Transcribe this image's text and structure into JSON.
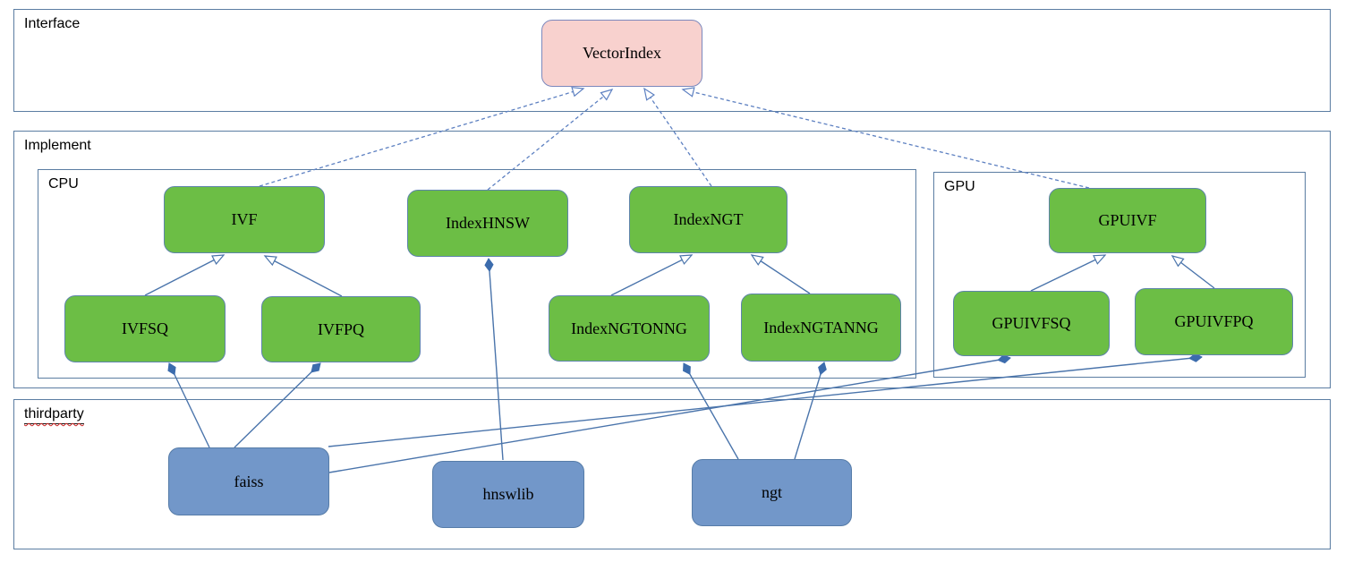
{
  "diagram": {
    "containers": {
      "interface": {
        "label": "Interface"
      },
      "implement": {
        "label": "Implement"
      },
      "cpu": {
        "label": "CPU"
      },
      "gpu": {
        "label": "GPU"
      },
      "thirdparty": {
        "label": "thirdparty",
        "spellcheck_underline": true
      }
    },
    "nodes": {
      "vectorindex": {
        "label": "VectorIndex",
        "kind": "interface"
      },
      "ivf": {
        "label": "IVF",
        "kind": "cpu-class"
      },
      "indexhnsw": {
        "label": "IndexHNSW",
        "kind": "cpu-class"
      },
      "indexngt": {
        "label": "IndexNGT",
        "kind": "cpu-class"
      },
      "gpuivf": {
        "label": "GPUIVF",
        "kind": "gpu-class"
      },
      "ivfsq": {
        "label": "IVFSQ",
        "kind": "cpu-class"
      },
      "ivfpq": {
        "label": "IVFPQ",
        "kind": "cpu-class"
      },
      "indexngtonng": {
        "label": "IndexNGTONNG",
        "kind": "cpu-class"
      },
      "indexngtanng": {
        "label": "IndexNGTANNG",
        "kind": "cpu-class"
      },
      "gpuivfsq": {
        "label": "GPUIVFSQ",
        "kind": "gpu-class"
      },
      "gpuivfpq": {
        "label": "GPUIVFPQ",
        "kind": "gpu-class"
      },
      "faiss": {
        "label": "faiss",
        "kind": "thirdparty-lib"
      },
      "hnswlib": {
        "label": "hnswlib",
        "kind": "thirdparty-lib"
      },
      "ngt": {
        "label": "ngt",
        "kind": "thirdparty-lib"
      }
    },
    "edges": [
      {
        "from": "ivf",
        "to": "vectorindex",
        "relation": "realization"
      },
      {
        "from": "indexhnsw",
        "to": "vectorindex",
        "relation": "realization"
      },
      {
        "from": "indexngt",
        "to": "vectorindex",
        "relation": "realization"
      },
      {
        "from": "gpuivf",
        "to": "vectorindex",
        "relation": "realization"
      },
      {
        "from": "ivfsq",
        "to": "ivf",
        "relation": "generalization"
      },
      {
        "from": "ivfpq",
        "to": "ivf",
        "relation": "generalization"
      },
      {
        "from": "indexngtonng",
        "to": "indexngt",
        "relation": "generalization"
      },
      {
        "from": "indexngtanng",
        "to": "indexngt",
        "relation": "generalization"
      },
      {
        "from": "gpuivfsq",
        "to": "gpuivf",
        "relation": "generalization"
      },
      {
        "from": "gpuivfpq",
        "to": "gpuivf",
        "relation": "generalization"
      },
      {
        "from": "faiss",
        "to": "ivfsq",
        "relation": "composition"
      },
      {
        "from": "faiss",
        "to": "ivfpq",
        "relation": "composition"
      },
      {
        "from": "faiss",
        "to": "gpuivfsq",
        "relation": "composition"
      },
      {
        "from": "faiss",
        "to": "gpuivfpq",
        "relation": "composition"
      },
      {
        "from": "hnswlib",
        "to": "indexhnsw",
        "relation": "composition"
      },
      {
        "from": "ngt",
        "to": "indexngtonng",
        "relation": "composition"
      },
      {
        "from": "ngt",
        "to": "indexngtanng",
        "relation": "composition"
      }
    ],
    "colors": {
      "container_border": "#5b7da2",
      "node_green": "#6cbe45",
      "node_green_border": "#5e84ab",
      "node_pink": "#f8d1ce",
      "node_pink_border": "#7c88bd",
      "node_blue": "#7297c9",
      "node_blue_border": "#567ca8",
      "edge_solid": "#4a74ab",
      "edge_dashed": "#5d80c1",
      "diamond_fill": "#3c6cad",
      "squiggle": "#cc2222"
    }
  }
}
